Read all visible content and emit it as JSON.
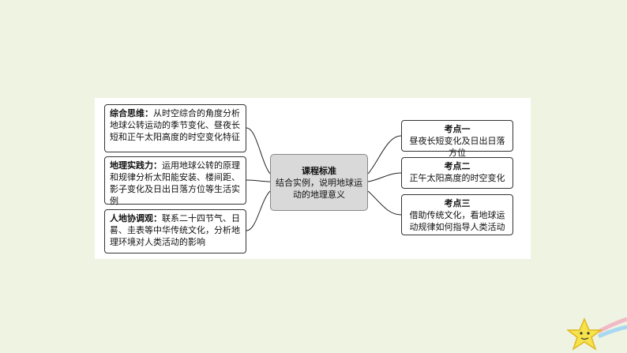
{
  "center": {
    "title": "课程标准",
    "body": "结合实例，说明地球运动的地理意义"
  },
  "literacy": [
    {
      "label": "综合思维：",
      "text": "从时空综合的角度分析地球公转运动的季节变化、昼夜长短和正午太阳高度的时空变化特征"
    },
    {
      "label": "地理实践力：",
      "text": "运用地球公转的原理和规律分析太阳能安装、楼间距、影子变化及日出日落方位等生活实例"
    },
    {
      "label": "人地协调观：",
      "text": "联系二十四节气、日晷、圭表等中华传统文化，分析地理环境对人类活动的影响"
    }
  ],
  "key_points": [
    {
      "title": "考点一",
      "text": "昼夜长短变化及日出日落方位"
    },
    {
      "title": "考点二",
      "text": "正午太阳高度的时空变化"
    },
    {
      "title": "考点三",
      "text": "借助传统文化，看地球运动规律如何指导人类活动"
    }
  ],
  "colors": {
    "background": "#eef3e2",
    "center_fill": "#d9d9d9",
    "star": "#f6e24a"
  }
}
